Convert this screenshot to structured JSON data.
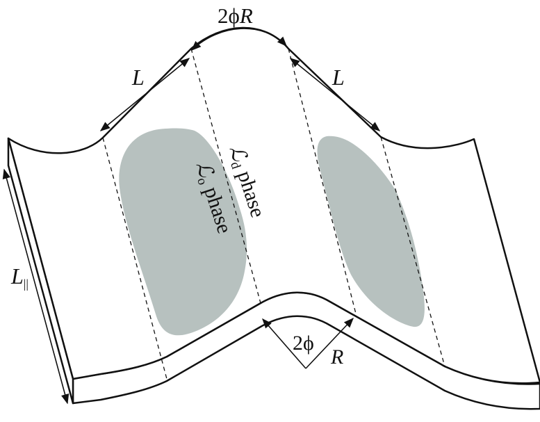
{
  "colors": {
    "background": "#ffffff",
    "line": "#111111",
    "domain_fill": "#b7c1bf"
  },
  "labels": {
    "arc_length_symbol": "2",
    "arc_length_phi": "ϕ",
    "arc_length_r": "R",
    "segment_left": "L",
    "segment_right": "L",
    "length_parallel": "L",
    "length_parallel_sub": "||",
    "ld_symbol": "ℒ",
    "ld_subscript": "d",
    "ld_word": " phase",
    "lo_symbol": "ℒ",
    "lo_subscript": "o",
    "lo_word": " phase",
    "angle_symbol": "2ϕ",
    "radius": "R"
  }
}
